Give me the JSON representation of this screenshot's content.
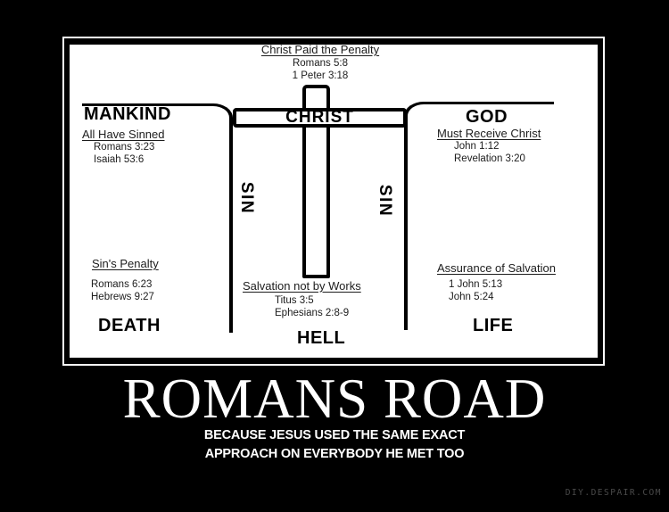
{
  "poster": {
    "title": "ROMANS ROAD",
    "caption_line1": "BECAUSE JESUS USED THE SAME EXACT",
    "caption_line2": "APPROACH ON EVERYBODY HE MET TOO",
    "watermark": "DIY.DESPAIR.COM",
    "colors": {
      "background": "#000000",
      "frame_border": "#ffffff",
      "diagram_background": "#ffffff",
      "diagram_ink": "#000000",
      "watermark_text": "#4a4a4a"
    }
  },
  "diagram": {
    "top": {
      "heading": "Christ Paid the Penalty",
      "verses": [
        "Romans 5:8",
        "1 Peter 3:18"
      ]
    },
    "left": {
      "label": "MANKIND",
      "heading": "All Have Sinned",
      "verses": [
        "Romans 3:23",
        "Isaiah 53:6"
      ]
    },
    "right": {
      "label": "GOD",
      "heading": "Must Receive Christ",
      "verses": [
        "John 1:12",
        "Revelation 3:20"
      ]
    },
    "bottom_left": {
      "label": "DEATH",
      "heading": "Sin's Penalty",
      "verses": [
        "Romans 6:23",
        "Hebrews 9:27"
      ]
    },
    "bottom_center": {
      "label": "HELL",
      "heading": "Salvation not by Works",
      "verses": [
        "Titus 3:5",
        "Ephesians 2:8-9"
      ]
    },
    "bottom_right": {
      "label": "LIFE",
      "heading": "Assurance of Salvation",
      "verses": [
        "1 John 5:13",
        "John 5:24"
      ]
    },
    "cross_label": "CHRIST",
    "sin_left": "SIN",
    "sin_right": "SIN"
  }
}
